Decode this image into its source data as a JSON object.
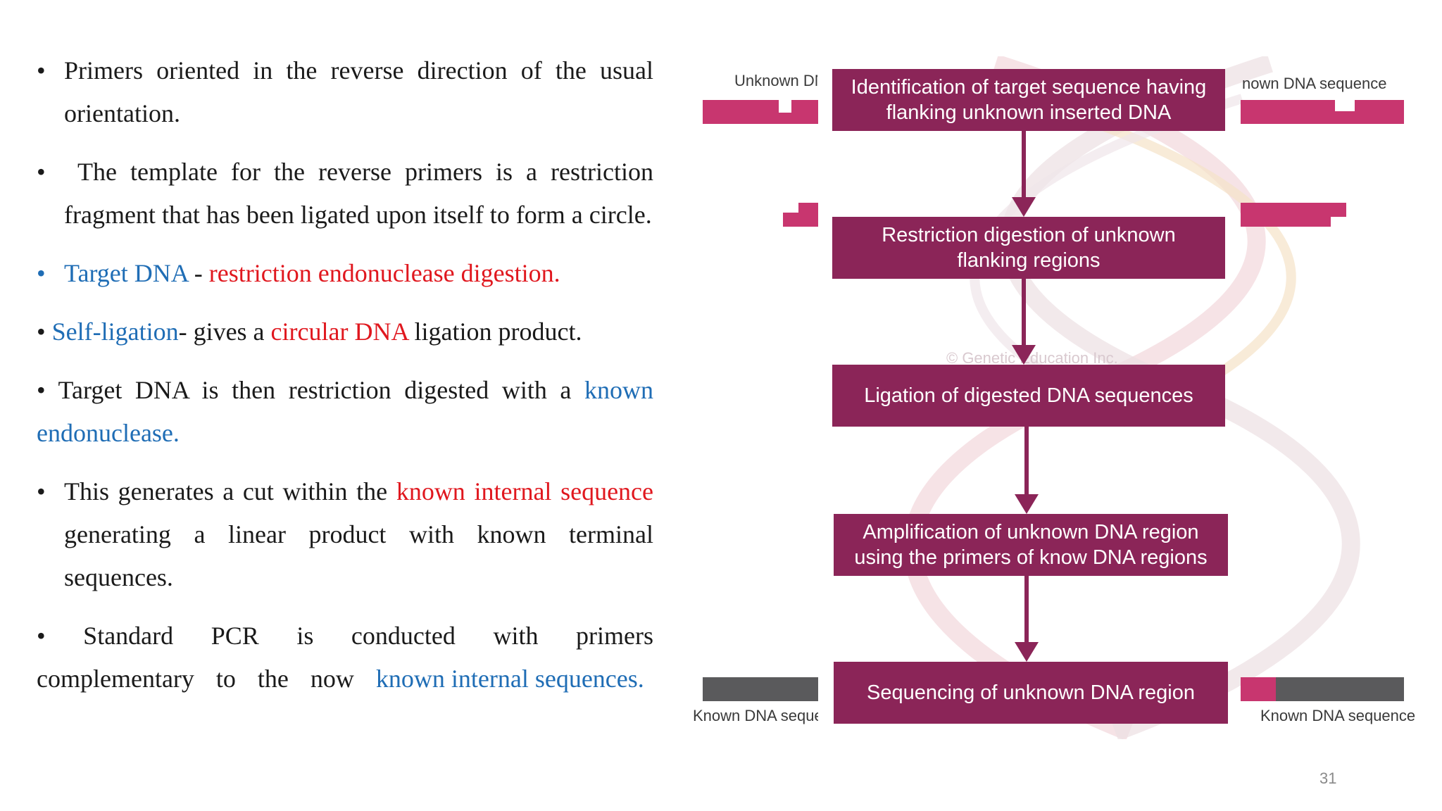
{
  "bullets": {
    "b1": {
      "bullet": "•",
      "text": "Primers oriented in the reverse direction of the usual orientation."
    },
    "b2": {
      "bullet": "•",
      "text": " The template for the reverse primers is a restriction fragment that has been ligated upon itself to form a circle."
    },
    "b3": {
      "bullet": "•",
      "blue": "Target DNA",
      "sep": " - ",
      "red": "restriction endonuclease digestion."
    },
    "b4": {
      "lead": "• ",
      "blue": "Self-ligation",
      "mid": "- gives a ",
      "red": "circular DNA",
      "tail": " ligation product."
    },
    "b5": {
      "lead": "• Target DNA is then restriction digested with a ",
      "blue": "known endonuclease."
    },
    "b6": {
      "bullet": "•",
      "pre": "This generates a cut within the ",
      "red": "known internal sequence",
      "post": " generating a linear product with known terminal sequences."
    },
    "b7": {
      "lead": "•  Standard PCR is conducted with primers complementary to the now ",
      "blue": "known internal sequences."
    }
  },
  "flowchart": {
    "steps": [
      {
        "line1": "Identification of target sequence having",
        "line2": "flanking unknown inserted DNA"
      },
      {
        "line1": "Restriction digestion of unknown",
        "line2": "flanking regions"
      },
      {
        "line1": "Ligation of digested DNA sequences",
        "line2": ""
      },
      {
        "line1": "Amplification of unknown DNA region",
        "line2": "using the primers of know DNA regions"
      },
      {
        "line1": "Sequencing of unknown DNA region",
        "line2": ""
      }
    ],
    "labels": {
      "top_left": "Unknown DNA",
      "top_right": "nown DNA sequence",
      "bottom_left": "Known DNA sequence",
      "bottom_right": "Known DNA sequence"
    },
    "watermark": "© Genetic Education Inc.",
    "colors": {
      "box": "#8b2558",
      "bar_pink": "#c8366f",
      "bar_gray": "#5a5a5c"
    }
  },
  "page_number": "31"
}
